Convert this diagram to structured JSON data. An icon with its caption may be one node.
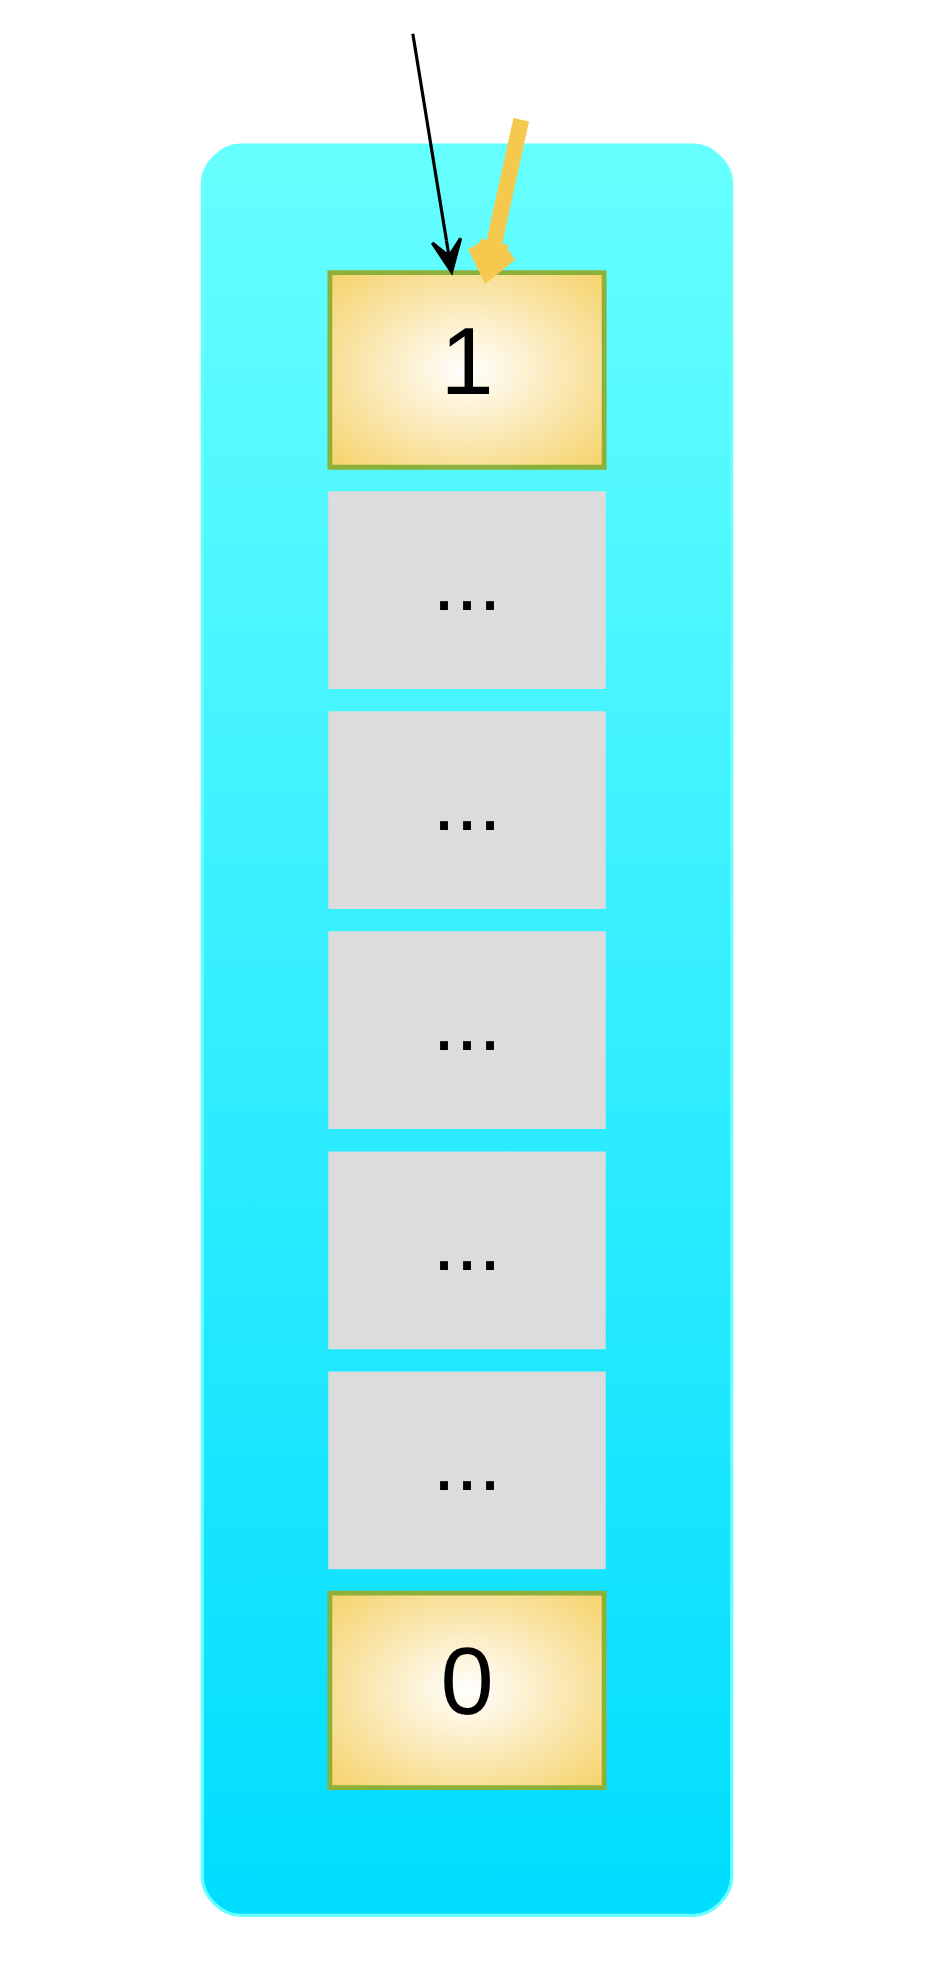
{
  "diagram": {
    "nodes": [
      {
        "text": [],
        "shape": "box"
      },
      {
        "text": [
          "1"
        ],
        "in": 0
      },
      {
        "text": [
          "..."
        ],
        "in": 0
      },
      {
        "text": [
          "..."
        ],
        "in": 0
      },
      {
        "text": [
          "..."
        ],
        "in": 0
      },
      {
        "text": [
          "..."
        ],
        "in": 0
      },
      {
        "text": [
          "..."
        ],
        "in": 0
      },
      {
        "text": [
          "0"
        ],
        "in": 0
      }
    ],
    "edges": [
      {
        "from": null,
        "to": 1,
        "arrow": "to"
      },
      {
        "from": null,
        "to": 1,
        "arrow": "to",
        "style": "thick",
        "color": "#f5c94e"
      }
    ]
  }
}
